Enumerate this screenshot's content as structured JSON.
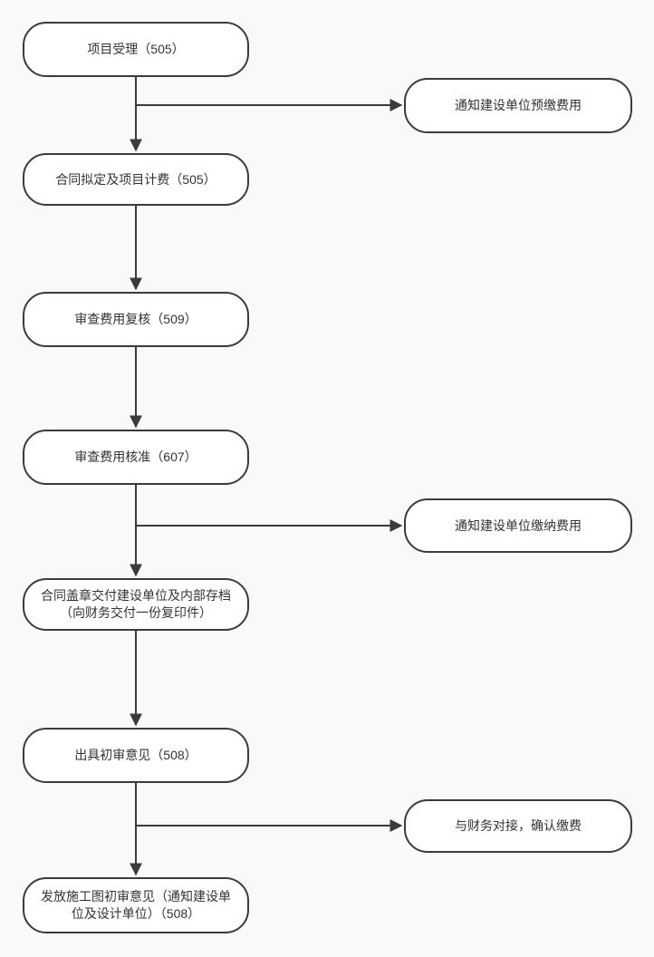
{
  "diagram": {
    "type": "flowchart",
    "direction": "top-down",
    "colors": {
      "background": "#f9f9f9",
      "node_fill": "#ffffff",
      "node_border": "#3b3b3b",
      "arrow": "#3b3b3b",
      "text": "#333333"
    },
    "nodes": [
      {
        "id": "step-1",
        "label": "项目受理（505）"
      },
      {
        "id": "notice-prepay",
        "label": "通知建设单位预缴费用"
      },
      {
        "id": "step-2",
        "label": "合同拟定及项目计费（505）"
      },
      {
        "id": "step-3",
        "label": "审查费用复核（509）"
      },
      {
        "id": "step-4",
        "label": "审查费用核准（607）"
      },
      {
        "id": "notice-pay",
        "label": "通知建设单位缴纳费用"
      },
      {
        "id": "step-5",
        "label": "合同盖章交付建设单位及内部存档（向财务交付一份复印件）"
      },
      {
        "id": "step-6",
        "label": "出具初审意见（508）"
      },
      {
        "id": "notice-finance",
        "label": "与财务对接，确认缴费"
      },
      {
        "id": "step-7",
        "label": "发放施工图初审意见（通知建设单位及设计单位）（508）"
      }
    ],
    "edges": [
      {
        "from": "step-1",
        "to": "合同拟定及项目计费（505）",
        "type": "main"
      },
      {
        "from": "step-1",
        "to": "通知建设单位预缴费用",
        "type": "branch"
      },
      {
        "from": "step-2",
        "to": "审查费用复核（509）",
        "type": "main"
      },
      {
        "from": "step-3",
        "to": "审查费用核准（607）",
        "type": "main"
      },
      {
        "from": "step-4",
        "to": "合同盖章交付建设单位及内部存档（向财务交付一份复印件）",
        "type": "main"
      },
      {
        "from": "step-4",
        "to": "通知建设单位缴纳费用",
        "type": "branch"
      },
      {
        "from": "step-5",
        "to": "出具初审意见（508）",
        "type": "main"
      },
      {
        "from": "step-6",
        "to": "发放施工图初审意见（通知建设单位及设计单位）（508）",
        "type": "main"
      },
      {
        "from": "step-6",
        "to": "与财务对接，确认缴费",
        "type": "branch"
      }
    ]
  }
}
